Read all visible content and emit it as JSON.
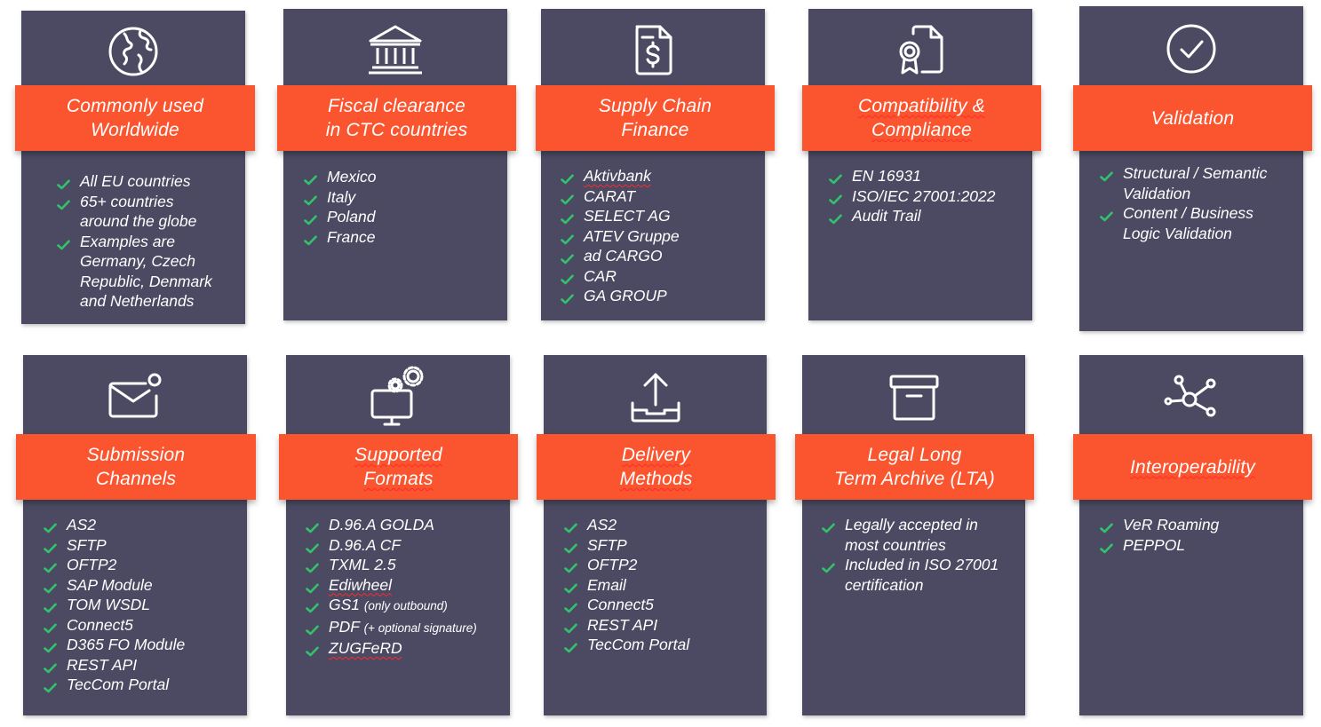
{
  "colors": {
    "card": "#4b4a62",
    "band": "#fb5530",
    "check": "#33c26c",
    "text": "#ffffff"
  },
  "cards": [
    {
      "icon": "globe-icon",
      "title": "Commonly used\nWorldwide",
      "items": [
        {
          "text": "All EU countries"
        },
        {
          "text": "65+ countries\naround the globe"
        },
        {
          "text": "Examples are\nGermany, Czech\nRepublic, Denmark\nand Netherlands"
        }
      ]
    },
    {
      "icon": "bank-icon",
      "title": "Fiscal clearance\nin CTC countries",
      "items": [
        {
          "text": "Mexico"
        },
        {
          "text": "Italy"
        },
        {
          "text": "Poland"
        },
        {
          "text": "France"
        }
      ]
    },
    {
      "icon": "invoice-dollar-icon",
      "title": "Supply Chain\nFinance",
      "items": [
        {
          "text": "Aktivbank"
        },
        {
          "text": "CARAT"
        },
        {
          "text": "SELECT AG"
        },
        {
          "text": "ATEV Gruppe"
        },
        {
          "text": "ad CARGO"
        },
        {
          "text": "CAR"
        },
        {
          "text": "GA GROUP"
        }
      ]
    },
    {
      "icon": "certificate-document-icon",
      "title": "Compatibility &\nCompliance",
      "items": [
        {
          "text": "EN 16931"
        },
        {
          "text": "ISO/IEC 27001:2022"
        },
        {
          "text": "Audit Trail"
        }
      ]
    },
    {
      "icon": "check-circle-icon",
      "title": "Validation",
      "items": [
        {
          "text": "Structural / Semantic\nValidation"
        },
        {
          "text": "Content / Business\nLogic Validation"
        }
      ]
    },
    {
      "icon": "mail-notification-icon",
      "title": "Submission\nChannels",
      "items": [
        {
          "text": "AS2"
        },
        {
          "text": "SFTP"
        },
        {
          "text": "OFTP2"
        },
        {
          "text": "SAP Module"
        },
        {
          "text": "TOM WSDL"
        },
        {
          "text": "Connect5"
        },
        {
          "text": "D365 FO Module"
        },
        {
          "text": "REST API"
        },
        {
          "text": "TecCom Portal"
        }
      ]
    },
    {
      "icon": "monitor-gears-icon",
      "title": "Supported\nFormats",
      "items": [
        {
          "text": "D.96.A GOLDA"
        },
        {
          "text": "D.96.A CF"
        },
        {
          "text": "TXML 2.5"
        },
        {
          "text": "Ediwheel"
        },
        {
          "text": "GS1",
          "note": "(only outbound)"
        },
        {
          "text": "PDF",
          "note": "(+ optional signature)"
        },
        {
          "text": "ZUGFeRD"
        }
      ]
    },
    {
      "icon": "upload-tray-icon",
      "title": "Delivery\nMethods",
      "items": [
        {
          "text": "AS2"
        },
        {
          "text": "SFTP"
        },
        {
          "text": "OFTP2"
        },
        {
          "text": "Email"
        },
        {
          "text": "Connect5"
        },
        {
          "text": "REST API"
        },
        {
          "text": "TecCom Portal"
        }
      ]
    },
    {
      "icon": "archive-box-icon",
      "title": "Legal Long\nTerm Archive (LTA)",
      "items": [
        {
          "text": "Legally accepted in\nmost countries"
        },
        {
          "text": "Included in ISO 27001\ncertification"
        }
      ]
    },
    {
      "icon": "network-nodes-icon",
      "title": "Interoperability",
      "items": [
        {
          "text": "VeR Roaming"
        },
        {
          "text": "PEPPOL"
        }
      ]
    }
  ]
}
